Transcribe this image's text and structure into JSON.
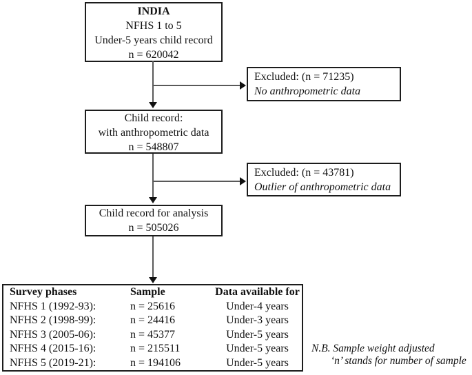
{
  "colors": {
    "text": "#111111",
    "box_border": "#1c1c1c",
    "line": "#595959",
    "background": "#ffffff"
  },
  "boxes": {
    "top": {
      "title": "INDIA",
      "line1": "NFHS 1 to 5",
      "line2": "Under-5 years child record",
      "line3": "n = 620042"
    },
    "excluded_no_anthro": {
      "line1": "Excluded: (n = 71235)",
      "line2": "No anthropometric data"
    },
    "anthro": {
      "line1": "Child record:",
      "line2": "with anthropometric data",
      "line3": "n = 548807"
    },
    "excluded_outlier": {
      "line1": "Excluded: (n = 43781)",
      "line2": "Outlier of anthropometric data"
    },
    "analysis": {
      "line1": "Child record for analysis",
      "line2": "n = 505026"
    }
  },
  "table": {
    "headers": [
      "Survey phases",
      "Sample",
      "Data available for"
    ],
    "rows": [
      [
        "NFHS 1 (1992-93):",
        "n = 25616",
        "Under-4 years"
      ],
      [
        "NFHS 2 (1998-99):",
        "n = 24416",
        "Under-3 years"
      ],
      [
        "NFHS 3 (2005-06):",
        "n = 45377",
        "Under-5 years"
      ],
      [
        "NFHS 4 (2015-16):",
        "n = 215511",
        "Under-5 years"
      ],
      [
        "NFHS 5 (2019-21):",
        "n = 194106",
        "Under-5 years"
      ]
    ]
  },
  "note": {
    "line1": "N.B. Sample weight adjusted",
    "line2": "‘n’ stands for number of sample"
  }
}
